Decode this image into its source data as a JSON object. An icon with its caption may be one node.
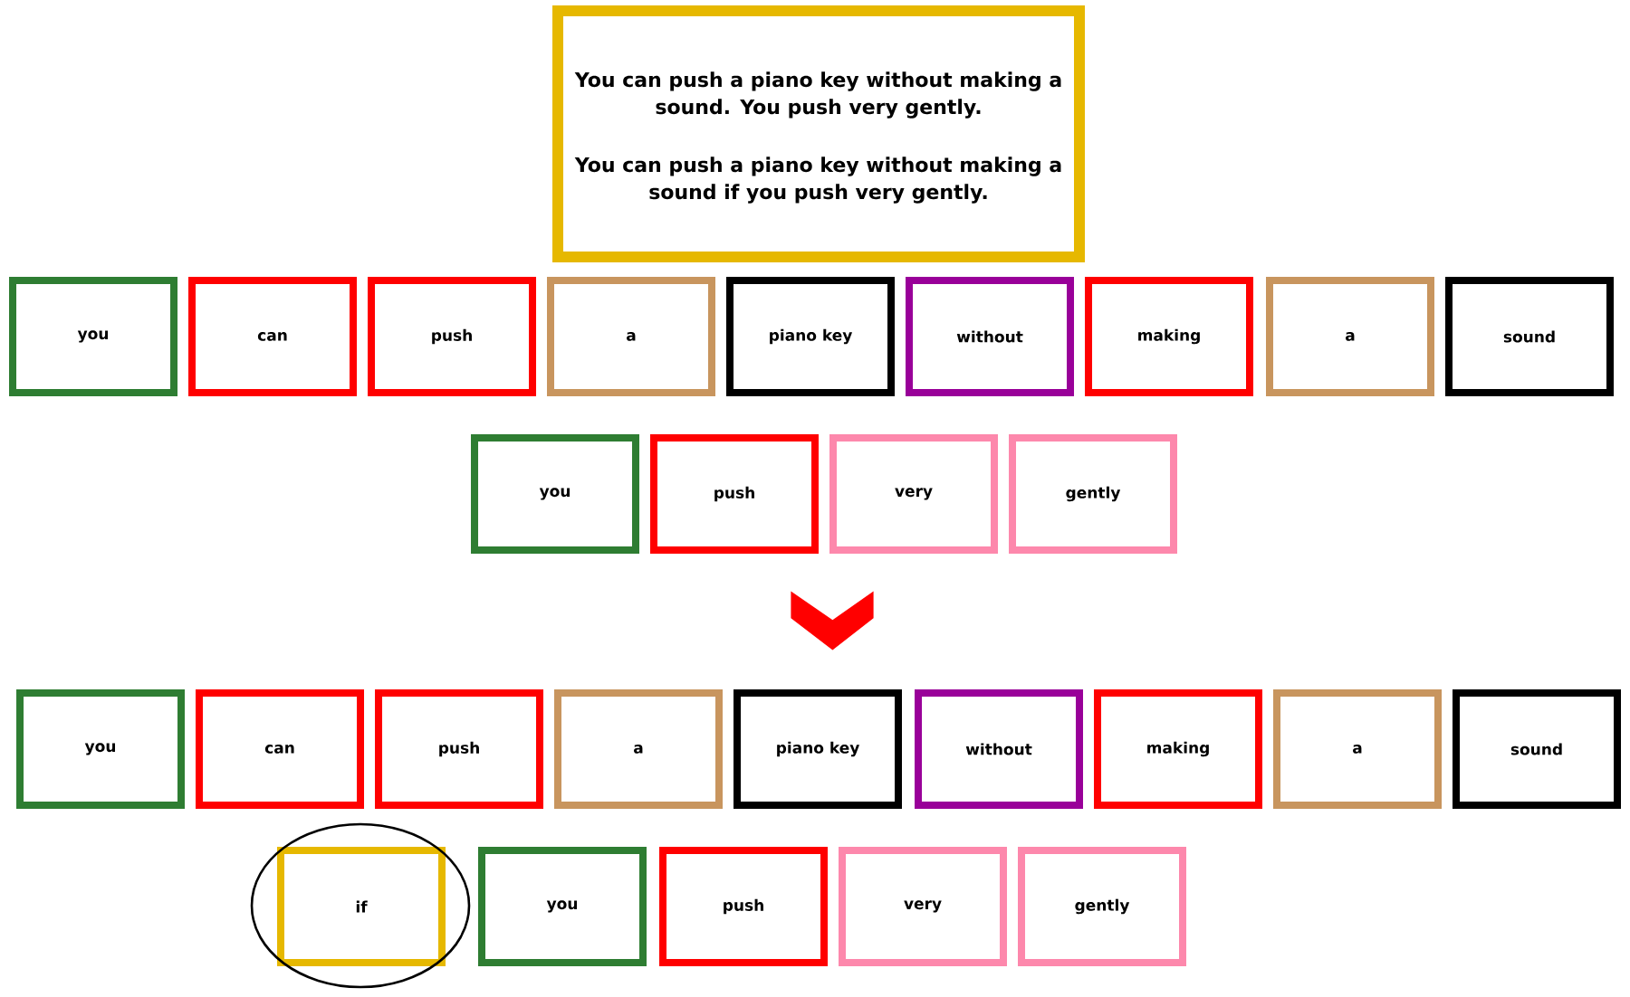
{
  "diagram": {
    "nodes": [
      {
        "text": [
          "You can push a piano key without making a sound. You push very gently.",
          "You can push a piano key without making a sound if you push very gently."
        ]
      },
      {
        "text": [
          "you"
        ]
      },
      {
        "text": [
          "can"
        ]
      },
      {
        "text": [
          "push"
        ]
      },
      {
        "text": [
          "a"
        ]
      },
      {
        "text": [
          "piano key"
        ]
      },
      {
        "text": [
          "without"
        ]
      },
      {
        "text": [
          "making"
        ]
      },
      {
        "text": [
          "a"
        ]
      },
      {
        "text": [
          "sound"
        ]
      },
      {
        "text": [
          "you"
        ]
      },
      {
        "text": [
          "push"
        ]
      },
      {
        "text": [
          "very"
        ]
      },
      {
        "text": [
          "gently"
        ]
      },
      {
        "text": [
          "you"
        ]
      },
      {
        "text": [
          "can"
        ]
      },
      {
        "text": [
          "push"
        ]
      },
      {
        "text": [
          "a"
        ]
      },
      {
        "text": [
          "piano key"
        ]
      },
      {
        "text": [
          "without"
        ]
      },
      {
        "text": [
          "making"
        ]
      },
      {
        "text": [
          "a"
        ]
      },
      {
        "text": [
          "sound"
        ]
      },
      {
        "text": [
          "if"
        ]
      },
      {
        "text": [
          "you"
        ]
      },
      {
        "text": [
          "push"
        ]
      },
      {
        "text": [
          "very"
        ]
      },
      {
        "text": [
          "gently"
        ]
      }
    ]
  }
}
